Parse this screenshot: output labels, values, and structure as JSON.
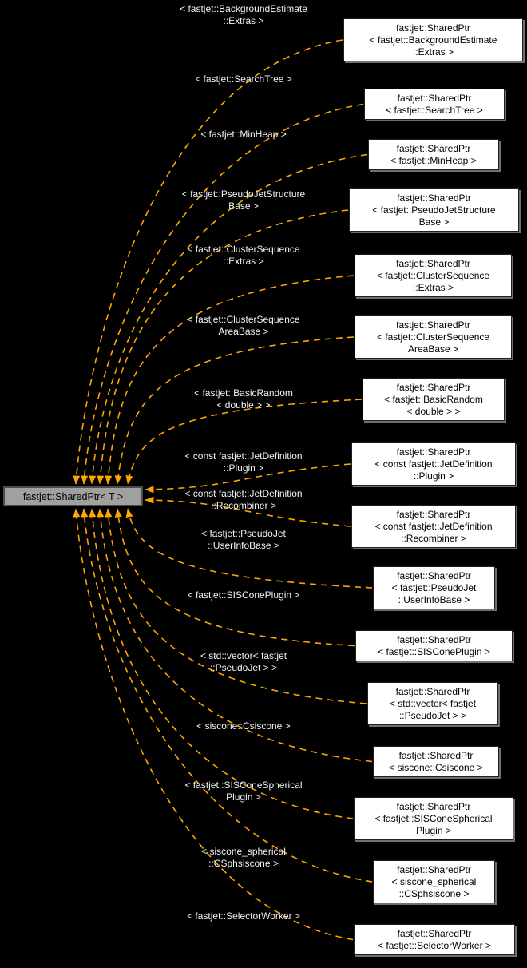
{
  "diagram": {
    "center_label": "fastjet::SharedPtr< T >",
    "colors": {
      "background": "#000000",
      "edge": "#ffa500",
      "node_fill": "#a0a0a0",
      "node_border": "#4d4d4d",
      "box_fill": "#ffffff",
      "box_border": "#1f1f1f",
      "box_text": "#000000",
      "label_text": "#f2f2f2"
    },
    "instantiations": [
      {
        "edge_label": [
          "< fastjet::BackgroundEstimate",
          "::Extras >"
        ],
        "box_lines": [
          "fastjet::SharedPtr",
          "< fastjet::BackgroundEstimate",
          "::Extras >"
        ]
      },
      {
        "edge_label": [
          "< fastjet::SearchTree >"
        ],
        "box_lines": [
          "fastjet::SharedPtr",
          "< fastjet::SearchTree >"
        ]
      },
      {
        "edge_label": [
          "< fastjet::MinHeap >"
        ],
        "box_lines": [
          "fastjet::SharedPtr",
          "< fastjet::MinHeap >"
        ]
      },
      {
        "edge_label": [
          "< fastjet::PseudoJetStructure",
          "Base >"
        ],
        "box_lines": [
          "fastjet::SharedPtr",
          "< fastjet::PseudoJetStructure",
          "Base >"
        ]
      },
      {
        "edge_label": [
          "< fastjet::ClusterSequence",
          "::Extras >"
        ],
        "box_lines": [
          "fastjet::SharedPtr",
          "< fastjet::ClusterSequence",
          "::Extras >"
        ]
      },
      {
        "edge_label": [
          "< fastjet::ClusterSequence",
          "AreaBase >"
        ],
        "box_lines": [
          "fastjet::SharedPtr",
          "< fastjet::ClusterSequence",
          "AreaBase >"
        ]
      },
      {
        "edge_label": [
          "< fastjet::BasicRandom",
          "< double > >"
        ],
        "box_lines": [
          "fastjet::SharedPtr",
          "< fastjet::BasicRandom",
          "< double > >"
        ]
      },
      {
        "edge_label": [
          "< const fastjet::JetDefinition",
          "::Plugin >"
        ],
        "box_lines": [
          "fastjet::SharedPtr",
          "< const fastjet::JetDefinition",
          "::Plugin >"
        ]
      },
      {
        "edge_label": [
          "< const fastjet::JetDefinition",
          "::Recombiner >"
        ],
        "box_lines": [
          "fastjet::SharedPtr",
          "< const fastjet::JetDefinition",
          "::Recombiner >"
        ]
      },
      {
        "edge_label": [
          "< fastjet::PseudoJet",
          "::UserInfoBase >"
        ],
        "box_lines": [
          "fastjet::SharedPtr",
          "< fastjet::PseudoJet",
          "::UserInfoBase >"
        ]
      },
      {
        "edge_label": [
          "< fastjet::SISConePlugin >"
        ],
        "box_lines": [
          "fastjet::SharedPtr",
          "< fastjet::SISConePlugin >"
        ]
      },
      {
        "edge_label": [
          "< std::vector< fastjet",
          "::PseudoJet > >"
        ],
        "box_lines": [
          "fastjet::SharedPtr",
          "< std::vector< fastjet",
          "::PseudoJet > >"
        ]
      },
      {
        "edge_label": [
          "< siscone::Csiscone >"
        ],
        "box_lines": [
          "fastjet::SharedPtr",
          "< siscone::Csiscone >"
        ]
      },
      {
        "edge_label": [
          "< fastjet::SISConeSpherical",
          "Plugin >"
        ],
        "box_lines": [
          "fastjet::SharedPtr",
          "< fastjet::SISConeSpherical",
          "Plugin >"
        ]
      },
      {
        "edge_label": [
          "< siscone_spherical",
          "::CSphsiscone >"
        ],
        "box_lines": [
          "fastjet::SharedPtr",
          "< siscone_spherical",
          "::CSphsiscone >"
        ]
      },
      {
        "edge_label": [
          "< fastjet::SelectorWorker >"
        ],
        "box_lines": [
          "fastjet::SharedPtr",
          "< fastjet::SelectorWorker >"
        ]
      }
    ]
  }
}
